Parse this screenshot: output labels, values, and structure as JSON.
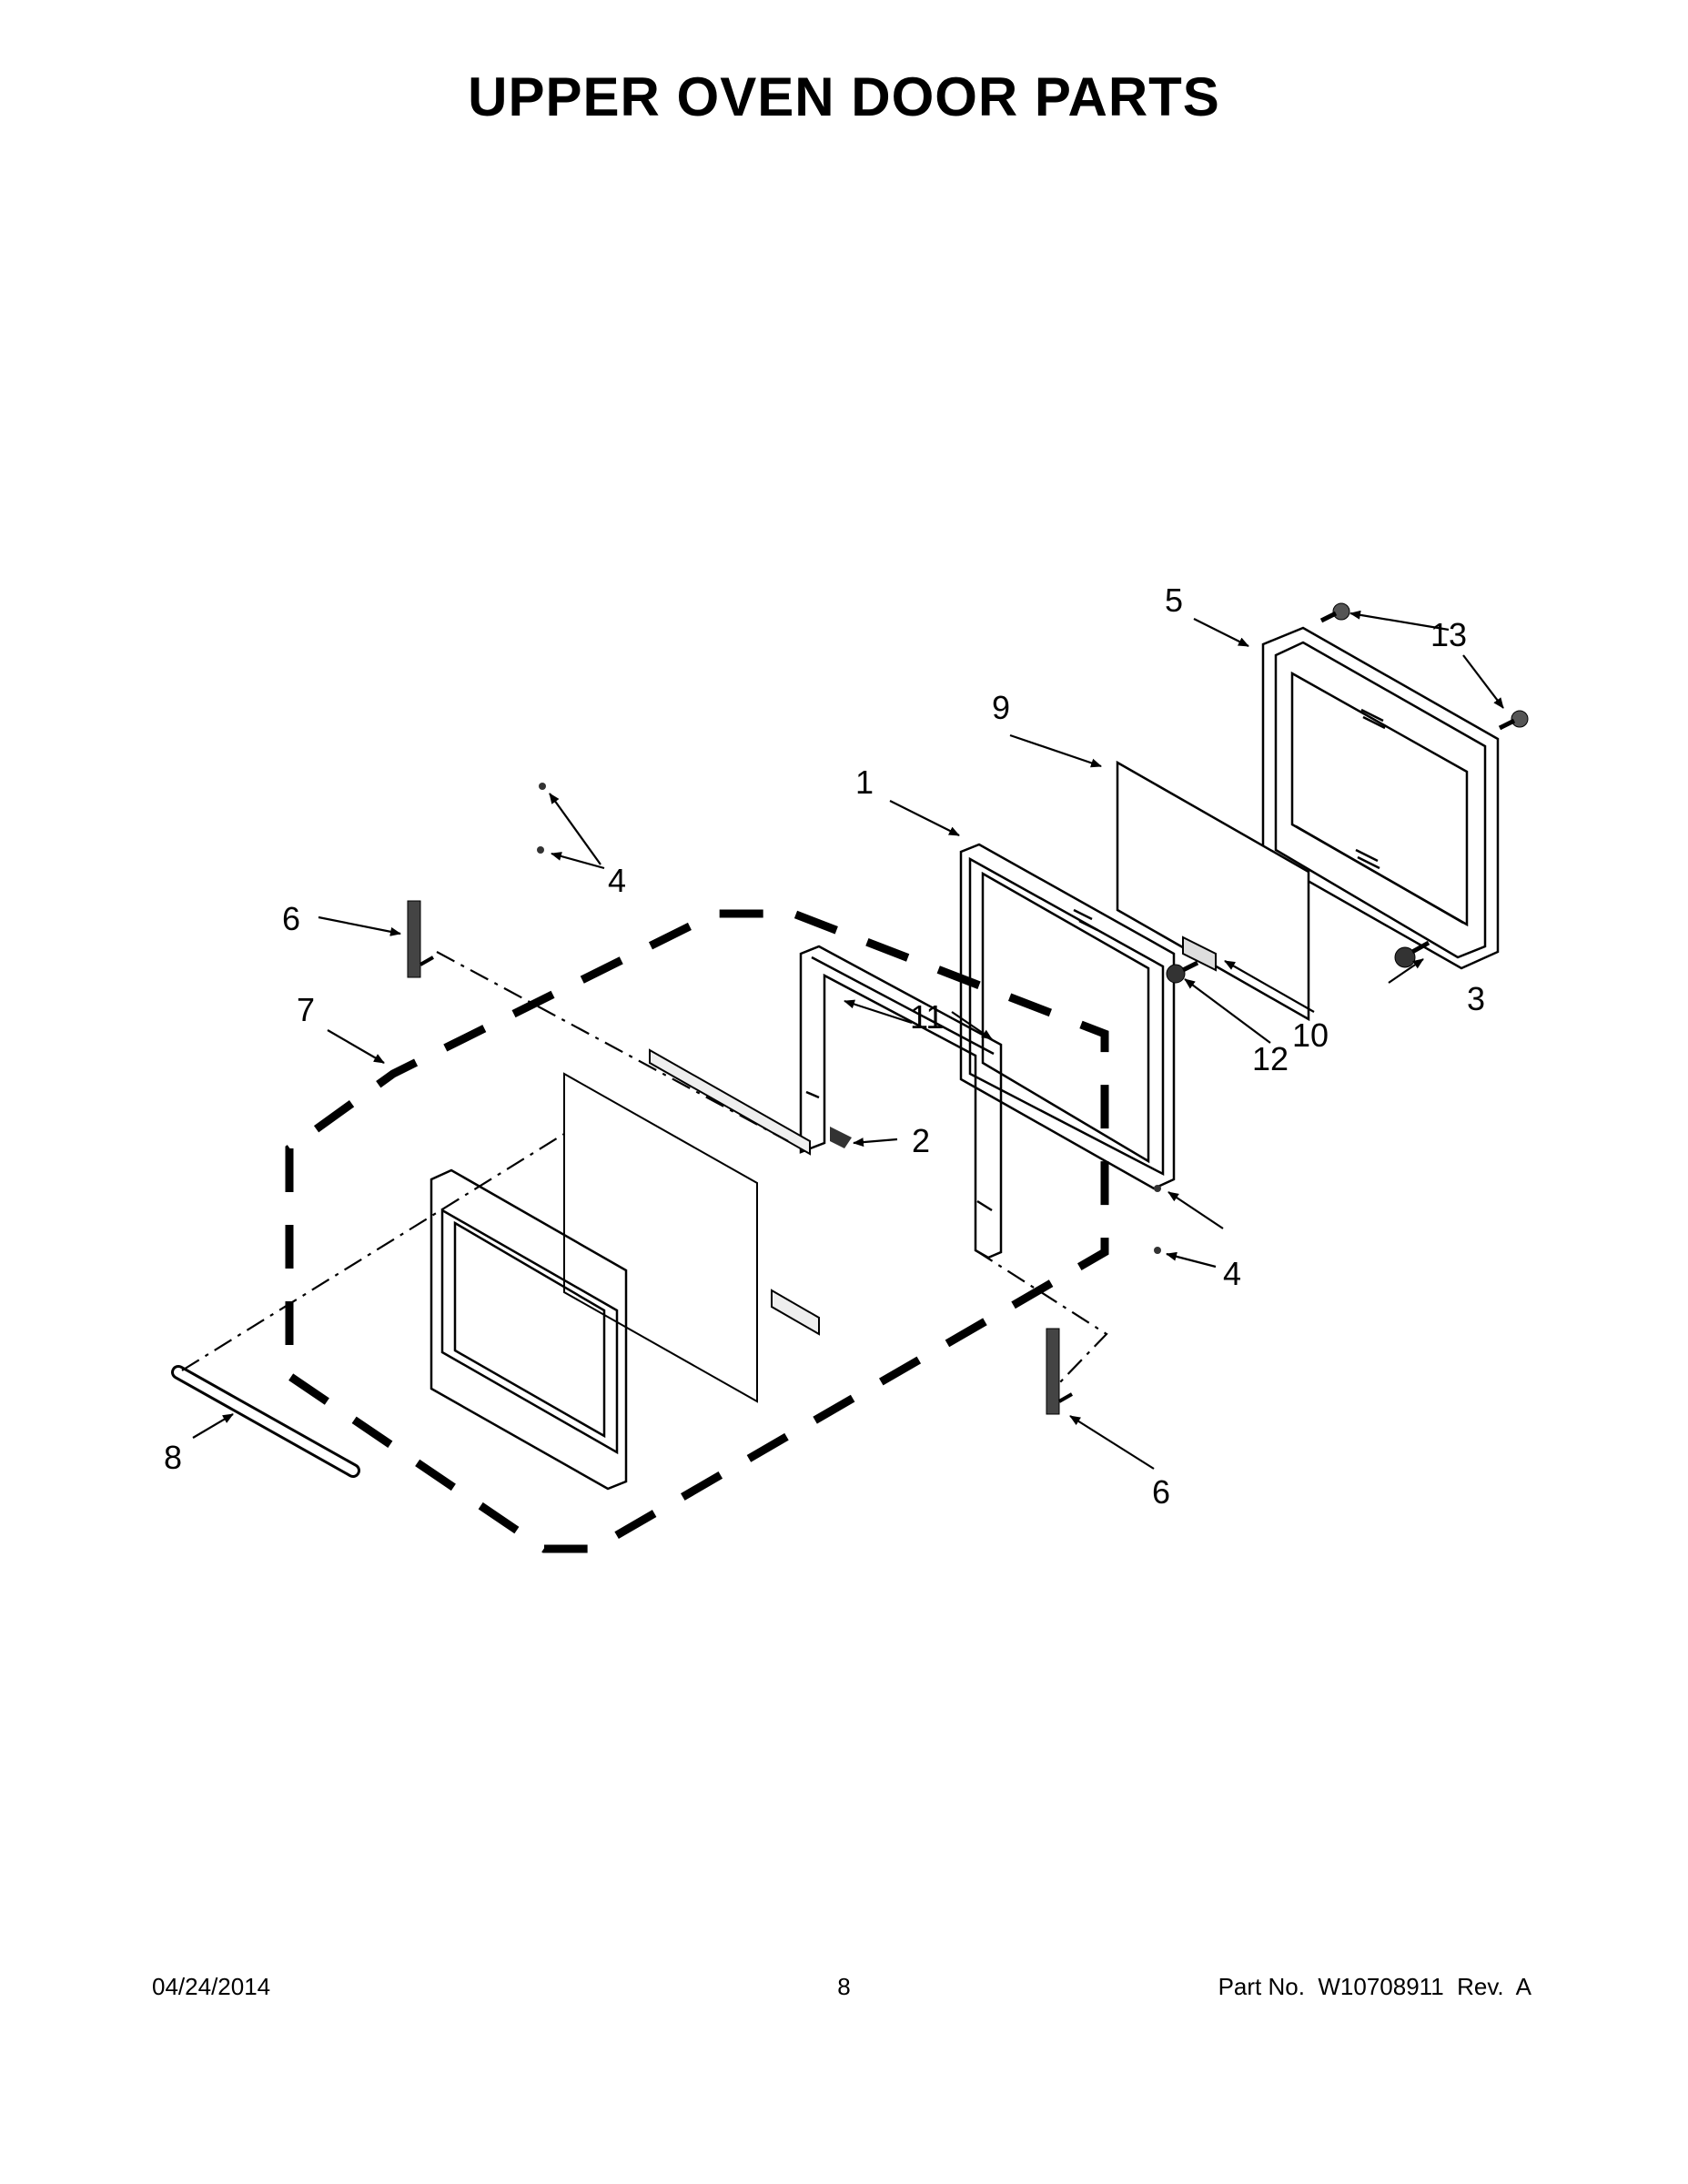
{
  "title": "UPPER OVEN DOOR PARTS",
  "callouts": {
    "c1": "1",
    "c2": "2",
    "c3": "3",
    "c4a": "4",
    "c4b": "4",
    "c5": "5",
    "c6a": "6",
    "c6b": "6",
    "c7": "7",
    "c8": "8",
    "c9": "9",
    "c10": "10",
    "c11": "11",
    "c12": "12",
    "c13": "13"
  },
  "footer": {
    "date": "04/24/2014",
    "page": "8",
    "part_no": "Part No.  W10708911  Rev.  A"
  }
}
